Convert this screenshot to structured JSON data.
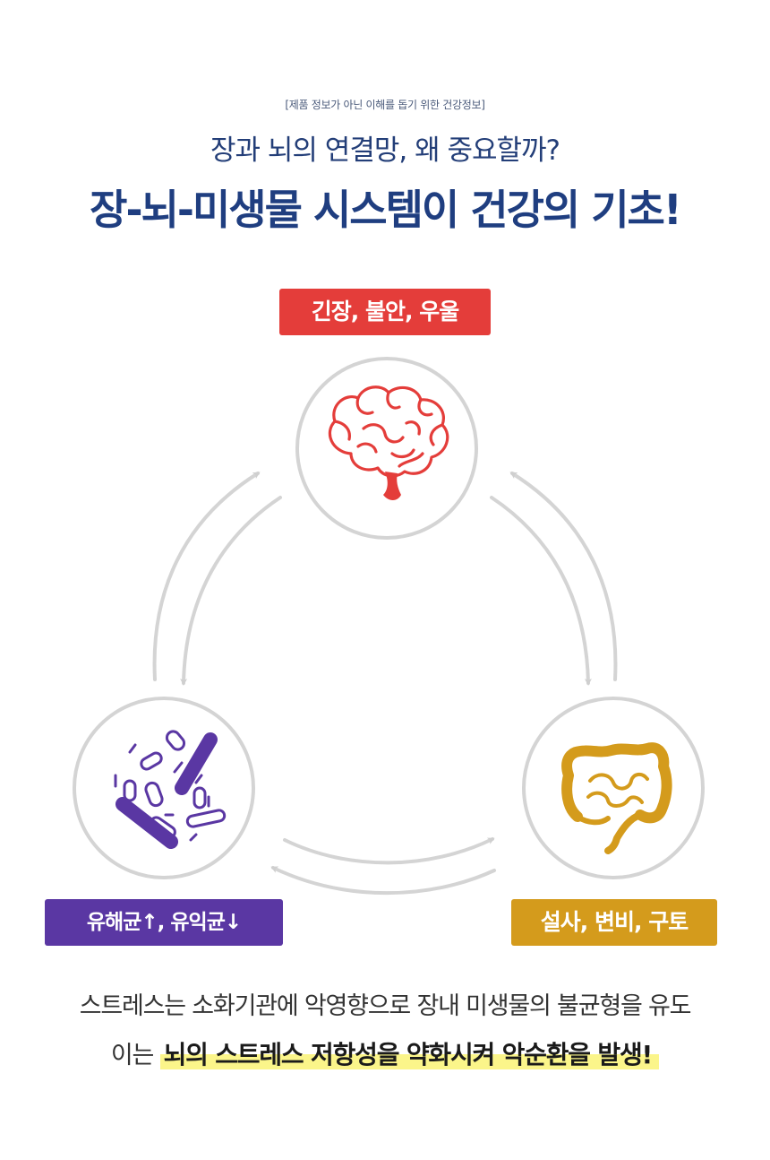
{
  "header": {
    "notice": "[제품 정보가 아닌 이해를 돕기 위한 건강정보]",
    "subtitle": "장과 뇌의 연결망, 왜 중요할까?",
    "title": "장-뇌-미생물 시스템이 건강의 기초!"
  },
  "nodes": {
    "brain": {
      "label": "긴장, 불안, 우울",
      "icon": "brain-icon",
      "color": "#e43d3a"
    },
    "bacteria": {
      "label": "유해균↑, 유익균↓",
      "icon": "bacteria-icon",
      "color": "#5a37a3"
    },
    "gut": {
      "label": "설사, 변비, 구토",
      "icon": "intestine-icon",
      "color": "#d49b1c"
    }
  },
  "description": {
    "line1": "스트레스는 소화기관에 악영향으로 장내 미생물의 불균형을 유도",
    "line2_prefix": "이는",
    "line2_highlight": "뇌의 스트레스 저항성을 약화시켜 악순환을 발생!"
  }
}
